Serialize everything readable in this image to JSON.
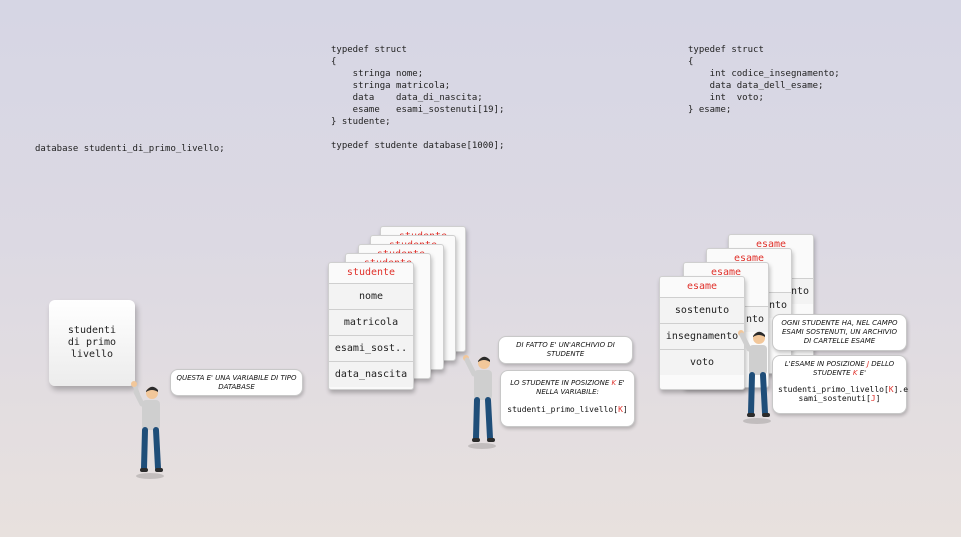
{
  "code": {
    "declaration": "database studenti_di_primo_livello;",
    "studente_struct": "typedef struct\n{\n    stringa nome;\n    stringa matricola;\n    data    data_di_nascita;\n    esame   esami_sostenuti[19];\n} studente;\n\ntypedef studente database[1000];",
    "esame_struct": "typedef struct\n{\n    int codice_insegnamento;\n    data data_dell_esame;\n    int  voto;\n} esame;"
  },
  "db_block": {
    "label": "studenti\ndi primo\nlivello"
  },
  "studente_cards": {
    "header": "studente",
    "fields": [
      "nome",
      "matricola",
      "esami_sost..",
      "data_nascita"
    ]
  },
  "esame_cards": {
    "header": "esame",
    "fields": [
      "sostenuto",
      "insegnamento",
      "voto"
    ],
    "back_fragments": [
      "nto",
      "nto",
      "nto"
    ]
  },
  "bubbles": {
    "b1": "QUESTA E' UNA VARIABILE DI TIPO DATABASE",
    "b2": "DI FATTO E' UN'ARCHIVIO DI STUDENTE",
    "b3_pre": "LO STUDENTE IN POSIZIONE ",
    "b3_k": "K",
    "b3_post": " E' NELLA VARIABILE:",
    "b3_code_pre": "studenti_primo_livello[",
    "b3_code_k": "K",
    "b3_code_post": "]",
    "b4": "OGNI STUDENTE HA, NEL CAMPO ESAMI SOSTENUTI, UN ARCHIVIO DI CARTELLE ESAME",
    "b5_pre": "L'ESAME IN POSIZIONE ",
    "b5_j": "J",
    "b5_mid": " DELLO STUDENTE ",
    "b5_k": "K",
    "b5_post": " E'",
    "b5_code_pre": "studenti_primo_livello[",
    "b5_code_k": "K",
    "b5_code_mid": "].e sami_sostenuti[",
    "b5_code_j": "J",
    "b5_code_post": "]"
  },
  "colors": {
    "accent": "#e0312b",
    "shirt": "#cfcfcf",
    "pants": "#1f4e79",
    "skin": "#f2c79a",
    "hair": "#2b2b2b"
  }
}
